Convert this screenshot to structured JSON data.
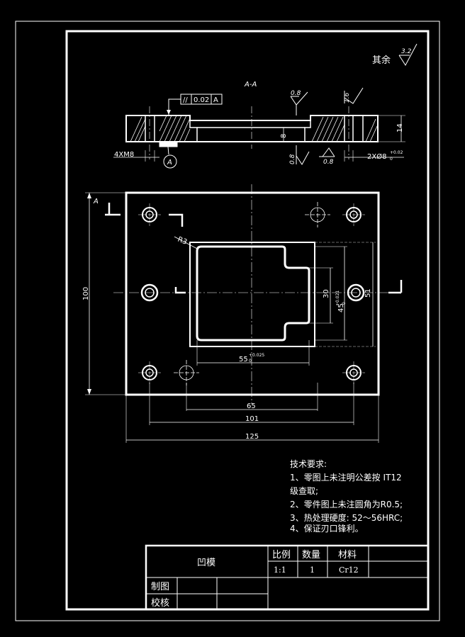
{
  "surface_finish": {
    "label": "其余",
    "value": "3.2"
  },
  "section_label": "A-A",
  "tolerance_frame": {
    "symbol": "//",
    "value": "0.02",
    "datum": "A"
  },
  "roughness_marks": [
    "0.8",
    "1.6",
    "0.8",
    "0.8"
  ],
  "section_dims": {
    "depth": "8",
    "thickness": "14",
    "threads": "4XM8",
    "datum": "A",
    "pin_holes": "2XØ8",
    "pin_tol_upper": "+0.02",
    "pin_tol_lower": "0"
  },
  "plan_dims": {
    "section_marker": "A",
    "radius": "R3",
    "height": "100",
    "cavity_h_small": "30",
    "cavity_h_large": "45",
    "cavity_h_tol_upper": "+0.021",
    "cavity_h_tol_lower": "0",
    "hole_v": "51",
    "cavity_w": "55",
    "cavity_w_tol_upper": "+0.025",
    "cavity_w_tol_lower": "0",
    "width_65": "65",
    "width_101": "101",
    "width_125": "125"
  },
  "tech_requirements": {
    "title": "技术要求:",
    "lines": [
      "1、零图上未注明公差按 IT12",
      "级查取;",
      "2、零件图上未注圆角为R0.5;",
      "3、热处理硬度: 52～56HRC;",
      "4、保证刃口锋利。"
    ]
  },
  "title_block": {
    "part_name": "凹模",
    "headers": [
      "比例",
      "数量",
      "材料"
    ],
    "values": [
      "1:1",
      "1",
      "Cr12"
    ],
    "rows": [
      "制图",
      "校核"
    ]
  }
}
